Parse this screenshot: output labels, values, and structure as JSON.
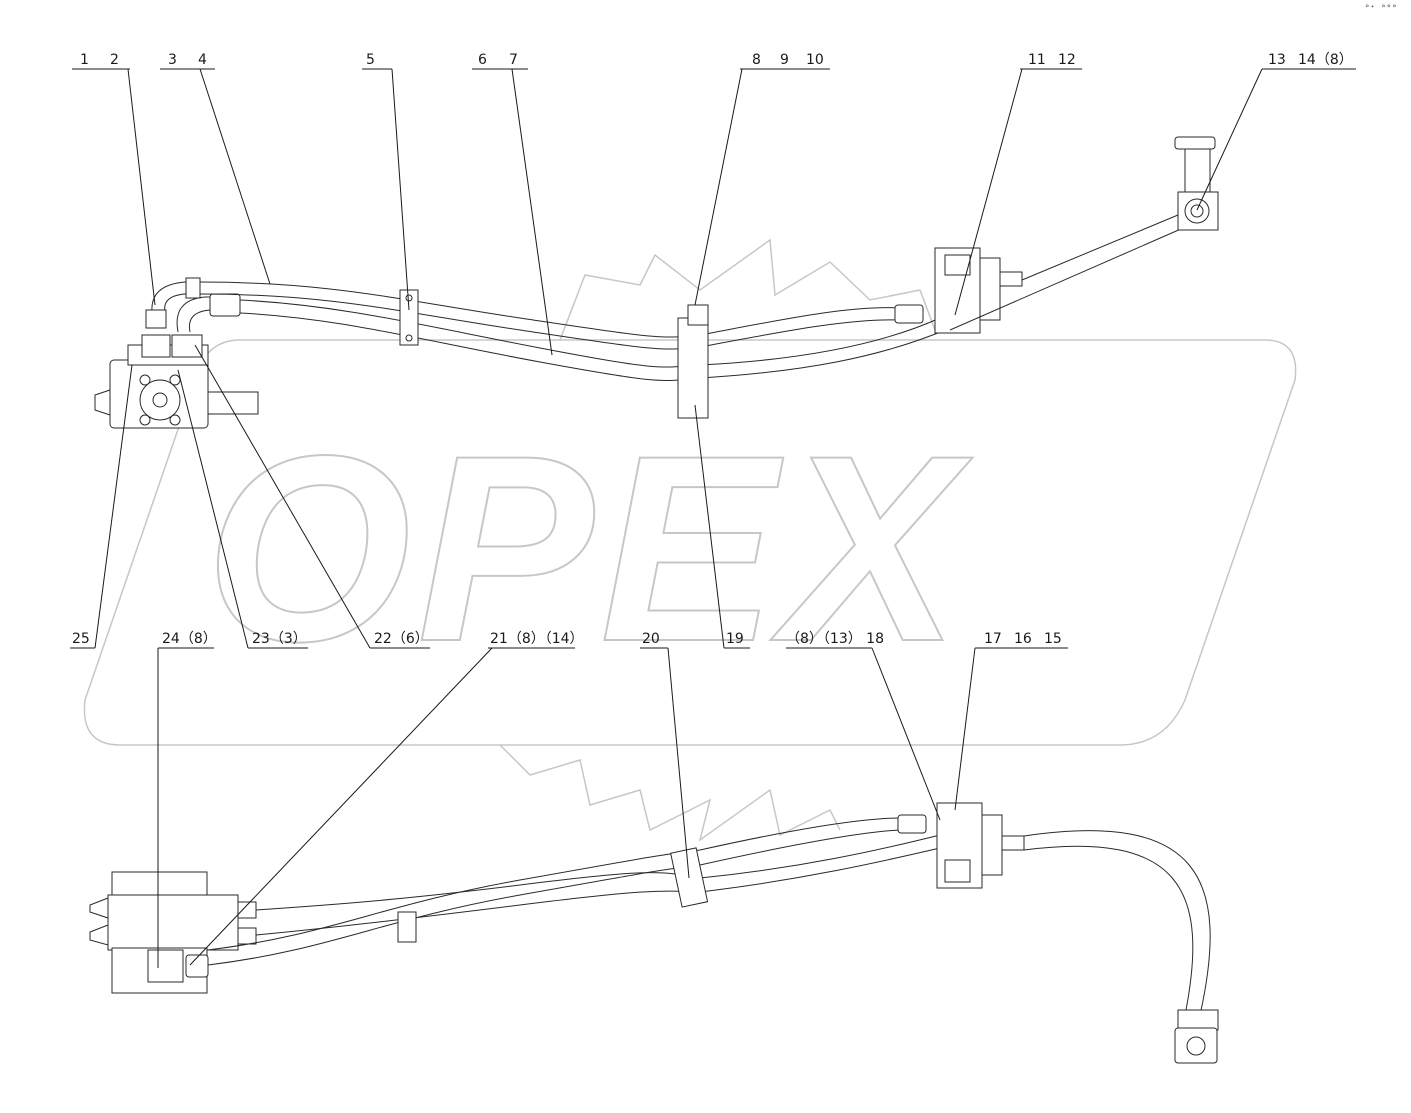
{
  "watermark": {
    "text": "OPEX",
    "color": "#c7c7c7"
  },
  "corner_mark": "°⁺ °°°",
  "callouts": {
    "c1": "1",
    "c2": "2",
    "c3": "3",
    "c4": "4",
    "c5": "5",
    "c6": "6",
    "c7": "7",
    "c8": "8",
    "c9": "9",
    "c10": "10",
    "c11": "11",
    "c12": "12",
    "c13": "13",
    "c14": "14（8）",
    "c25": "25",
    "c24": "24（8）",
    "c23": "23（3）",
    "c22": "22（6）",
    "c21": "21（8）（14）",
    "c20": "20",
    "c19": "19",
    "c18": "（8）（13） 18",
    "c17": "17",
    "c16": "16",
    "c15": "15"
  },
  "colors": {
    "line": "#1a1a1a",
    "watermark": "#c7c7c7",
    "background": "#ffffff"
  }
}
